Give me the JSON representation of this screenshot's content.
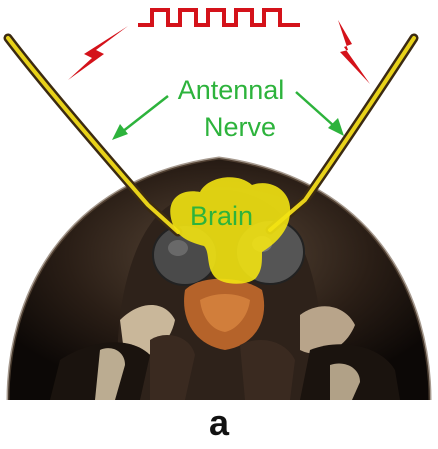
{
  "figure": {
    "labels": {
      "antennal": "Antennal",
      "nerve": "Nerve",
      "brain": "Brain",
      "panel": "a"
    },
    "colors": {
      "label_green": "#2db33c",
      "signal_red": "#d4121a",
      "brain_yellow": "#f2e312",
      "antenna_yellow": "#e8d21a"
    }
  }
}
